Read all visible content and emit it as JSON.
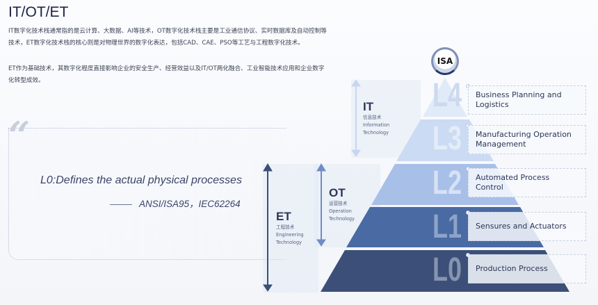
{
  "title": "IT/OT/ET",
  "paragraphs": [
    "IT数字化技术栈通常指的是云计算、大数据、AI等技术，OT数字化技术栈主要是工业通信协议、实时数据库及自动控制等技术，ET数字化技术栈的核心则是对物理世界的数字化表达，包括CAD、CAE、PSO等工艺与工程数字化技术。",
    "ET作为基础技术，其数字化程度直接影响企业的安全生产、经营效益以及IT/OT两化融合、工业智能技术应用和企业数字化转型成效。"
  ],
  "quote": {
    "text": "L0:Defines the actual physical processes",
    "source": "ANSI/ISA95，IEC62264"
  },
  "logo": "ISA",
  "stacks": {
    "it": {
      "abbr": "IT",
      "cn": "信息技术",
      "en1": "Information",
      "en2": "Technology"
    },
    "ot": {
      "abbr": "OT",
      "cn": "运营技术",
      "en1": "Operation",
      "en2": "Technology"
    },
    "et": {
      "abbr": "ET",
      "cn": "工程技术",
      "en1": "Engineering",
      "en2": "Technology"
    }
  },
  "levels": [
    {
      "id": "L4",
      "label": "Business Planning and Logistics",
      "color": "#e1eaf8"
    },
    {
      "id": "L3",
      "label": "Manufacturing Operation Management",
      "color": "#cbdbf3"
    },
    {
      "id": "L2",
      "label": "Automated Process Control",
      "color": "#a8bfe8"
    },
    {
      "id": "L1",
      "label": "Sensures and Actuators",
      "color": "#4a6aa3"
    },
    {
      "id": "L0",
      "label": "Production Process",
      "color": "#3b4f78"
    }
  ]
}
